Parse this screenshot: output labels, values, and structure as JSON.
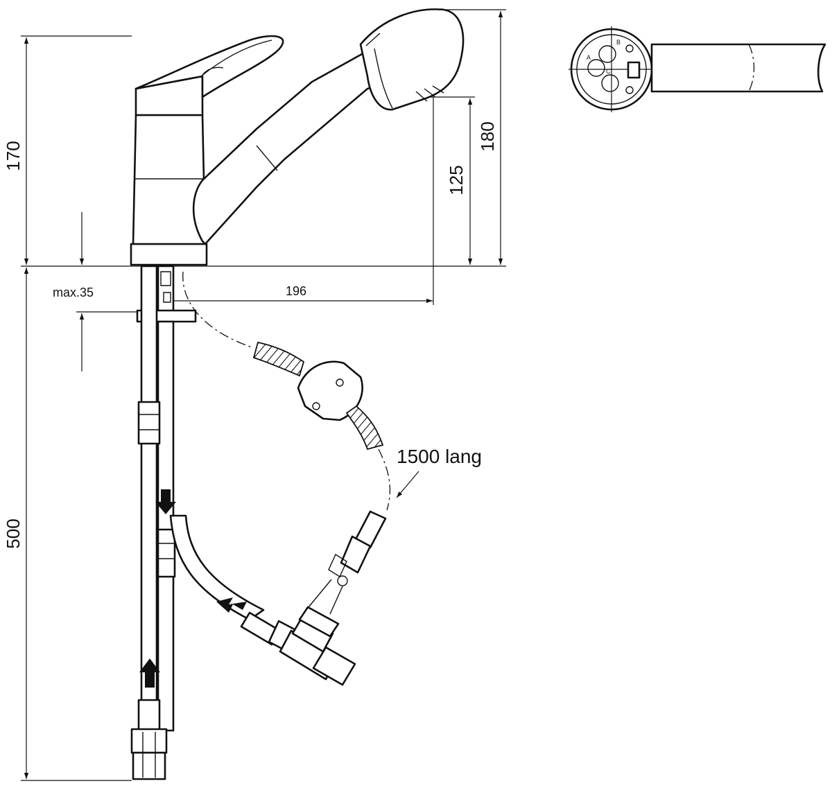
{
  "dimensions": {
    "height_above_counter": "170",
    "length_below_counter": "500",
    "max_counter_thickness": "max.35",
    "spout_reach": "196",
    "spout_outlet_height": "125",
    "total_height": "180",
    "hose_length": "1500 lang"
  },
  "valve_port_labels": {
    "port_a": "A",
    "port_b": "B",
    "port_c": "C"
  },
  "colors": {
    "line": "#111111",
    "background": "#ffffff"
  },
  "icons": {
    "flow_arrow": "filled-arrow",
    "dimension_arrow": "open-arrow"
  }
}
